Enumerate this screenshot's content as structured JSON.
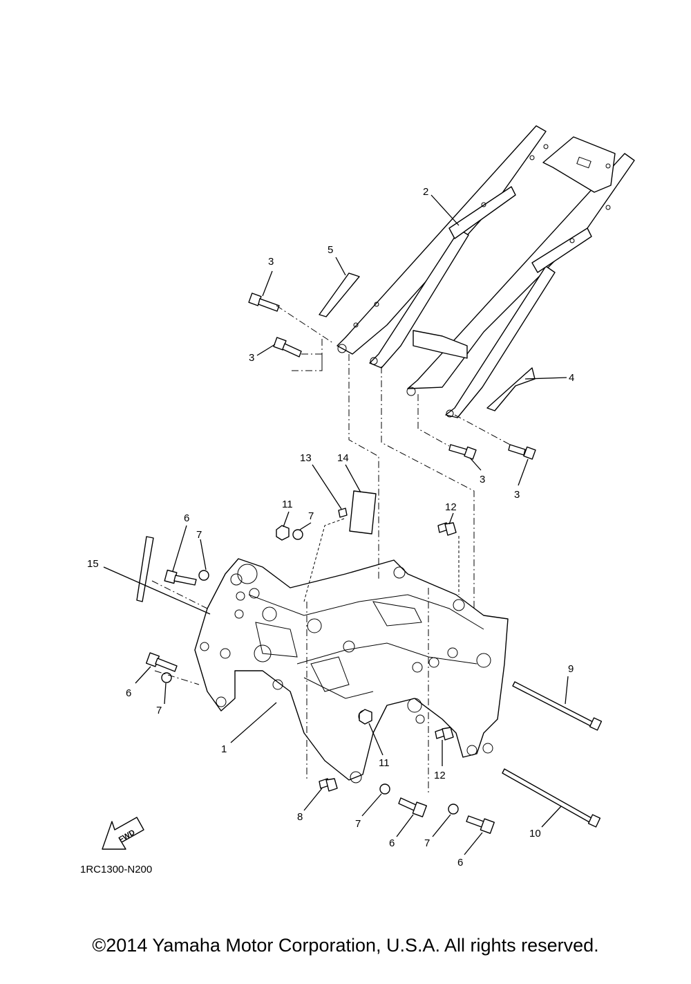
{
  "diagram": {
    "code": "1RC1300-N200",
    "fwd_label": "FWD",
    "labels": [
      "1",
      "2",
      "3",
      "3",
      "3",
      "3",
      "4",
      "5",
      "6",
      "6",
      "6",
      "6",
      "7",
      "7",
      "7",
      "7",
      "7",
      "8",
      "9",
      "10",
      "11",
      "11",
      "12",
      "12",
      "13",
      "14",
      "15"
    ]
  },
  "footer": {
    "copyright": "©2014 Yamaha Motor Corporation, U.S.A. All rights reserved."
  }
}
